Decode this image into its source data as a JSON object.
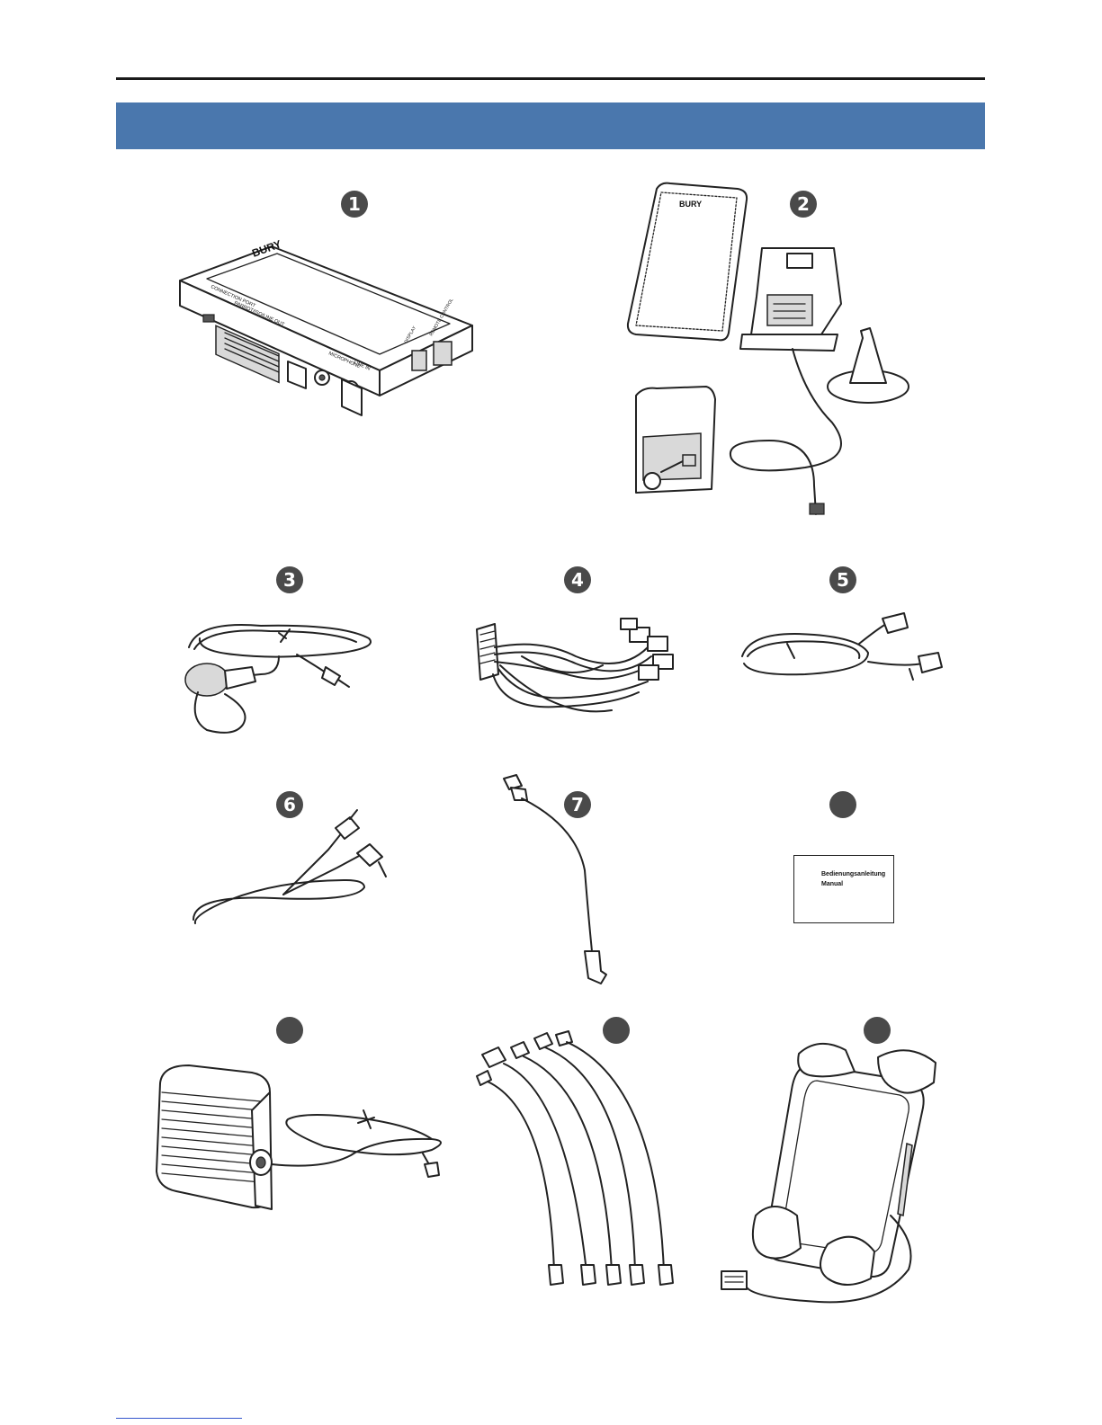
{
  "badges": {
    "b1": "1",
    "b2": "2",
    "b3": "3",
    "b4": "4",
    "b5": "5",
    "b6": "6",
    "b7": "7",
    "b8": "",
    "b9": "",
    "b10": "",
    "b11": ""
  },
  "device_labels": {
    "brand": "BURY",
    "port_a": "CONNECTION PORT",
    "port_b": "PARROT/ISO/LINE OUT",
    "port_c": "MICROPHONE",
    "port_d": "LINE IN",
    "port_e": "DISPLAY",
    "port_f": "REMOTE CONTROL"
  },
  "cradle_brand": "BURY",
  "manual": {
    "line1": "Bedienungsanleitung",
    "line2": "Manual"
  },
  "colors": {
    "header_band": "#4a77ad",
    "rule": "#1a1a1a",
    "badge": "#4a4a4a"
  }
}
